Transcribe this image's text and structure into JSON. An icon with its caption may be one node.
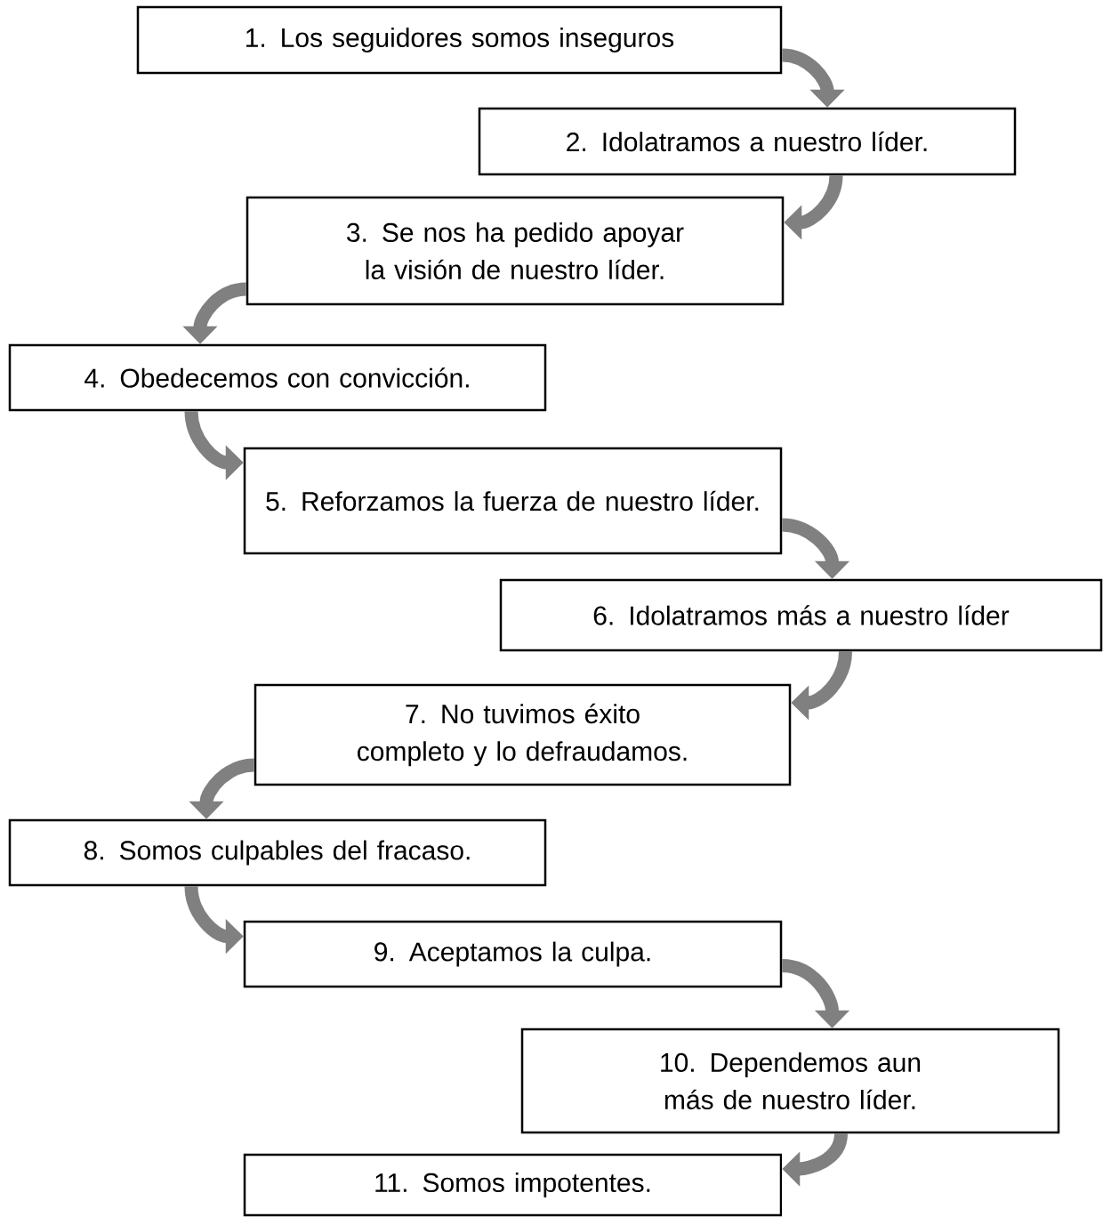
{
  "diagram": {
    "nodes": [
      {
        "text": [
          "1. Los seguidores somos inseguros"
        ]
      },
      {
        "text": [
          "2. Idolatramos a nuestro líder."
        ]
      },
      {
        "text": [
          "3. Se nos ha pedido apoyar la visión de nuestro líder."
        ]
      },
      {
        "text": [
          "4. Obedecemos con convicción."
        ]
      },
      {
        "text": [
          "5. Reforzamos la fuerza de nuestro líder."
        ]
      },
      {
        "text": [
          "6. Idolatramos más a nuestro líder"
        ]
      },
      {
        "text": [
          "7. No tuvimos éxito completo y lo defraudamos."
        ]
      },
      {
        "text": [
          "8. Somos culpables del fracaso."
        ]
      },
      {
        "text": [
          "9. Aceptamos la culpa."
        ]
      },
      {
        "text": [
          "10. Dependemos aun más de nuestro líder."
        ]
      },
      {
        "text": [
          "11. Somos impotentes."
        ]
      }
    ],
    "edges": [
      {
        "from": 0,
        "to": 1,
        "arrow": "to"
      },
      {
        "from": 1,
        "to": 2,
        "arrow": "to"
      },
      {
        "from": 2,
        "to": 3,
        "arrow": "to"
      },
      {
        "from": 3,
        "to": 4,
        "arrow": "to"
      },
      {
        "from": 4,
        "to": 5,
        "arrow": "to"
      },
      {
        "from": 5,
        "to": 6,
        "arrow": "to"
      },
      {
        "from": 6,
        "to": 7,
        "arrow": "to"
      },
      {
        "from": 7,
        "to": 8,
        "arrow": "to"
      },
      {
        "from": 8,
        "to": 9,
        "arrow": "to"
      },
      {
        "from": 9,
        "to": 10,
        "arrow": "to"
      }
    ]
  }
}
